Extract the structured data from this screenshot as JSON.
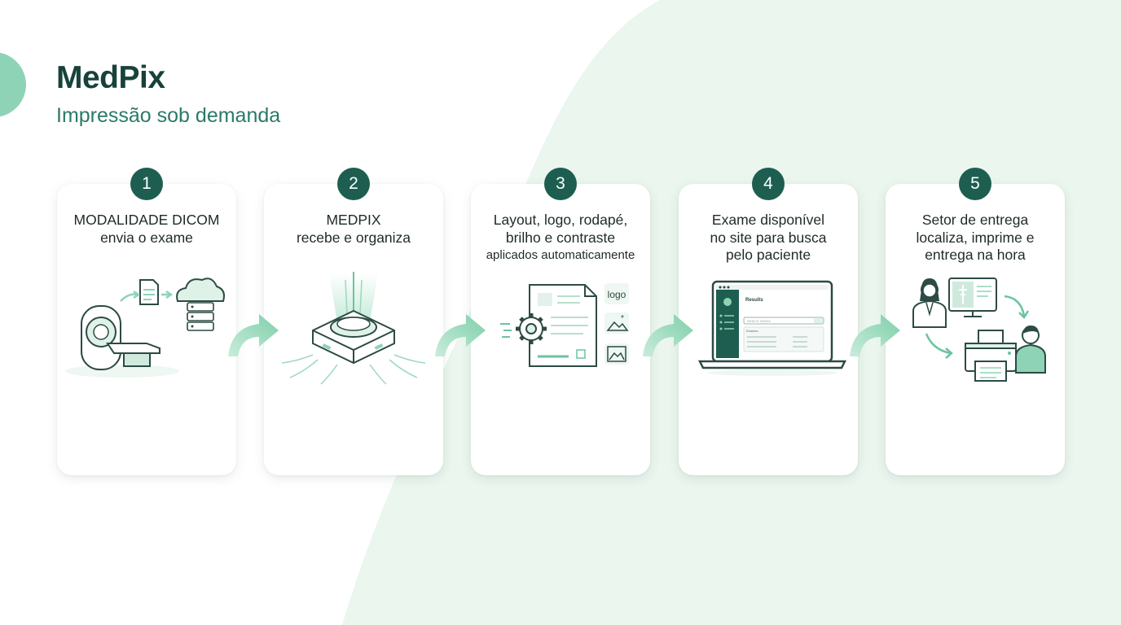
{
  "header": {
    "title": "MedPix",
    "subtitle": "Impressão sob demanda"
  },
  "steps": [
    {
      "number": "1",
      "line1": "MODALIDADE DICOM",
      "line2": "envia o exame",
      "line3": ""
    },
    {
      "number": "2",
      "line1": "MEDPIX",
      "line2": "recebe e organiza",
      "line3": ""
    },
    {
      "number": "3",
      "line1": "Layout, logo, rodapé,",
      "line2": "brilho e contraste",
      "line3": "aplicados automaticamente"
    },
    {
      "number": "4",
      "line1": "Exame disponível",
      "line2": "no site para busca",
      "line3": "pelo paciente"
    },
    {
      "number": "5",
      "line1": "Setor de entrega",
      "line2": "localiza, imprime e",
      "line3": "entrega na hora"
    }
  ],
  "illustration_text": {
    "logo_tag": "logo",
    "screen_heading": "Results",
    "search_placeholder": "Search exams",
    "list_label": "Exames"
  },
  "colors": {
    "primary": "#1d5e50",
    "accent": "#8fd3b6",
    "background_wave": "#e8f5ec"
  }
}
